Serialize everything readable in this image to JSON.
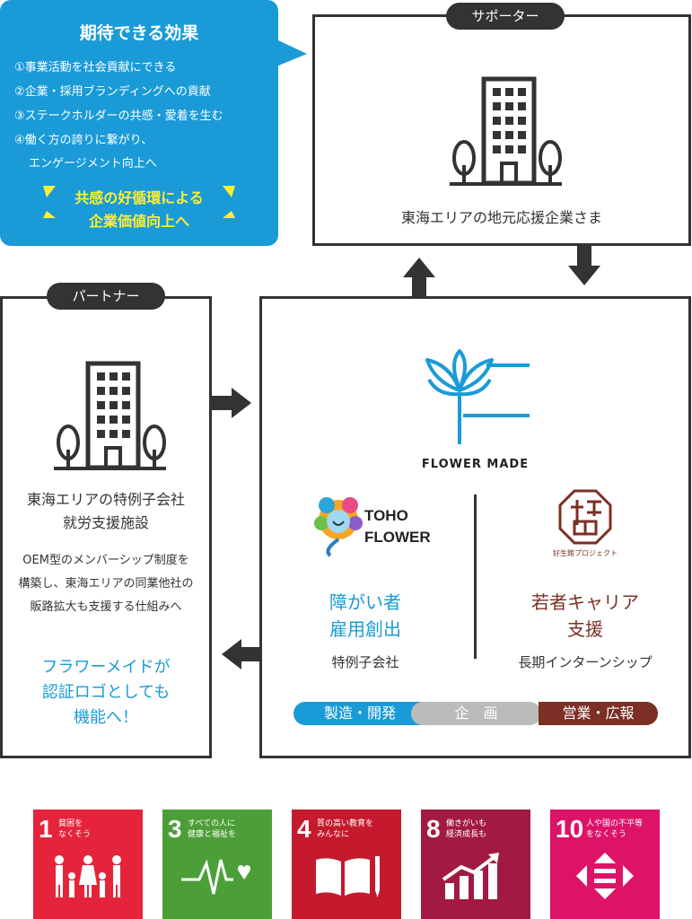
{
  "effects": {
    "title": "期待できる効果",
    "items": [
      "①事業活動を社会貢献にできる",
      "②企業・採用ブランディングへの貢献",
      "③ステークホルダーの共感・愛着を生む",
      "④働く方の誇りに繋がり、",
      "エンゲージメント向上へ"
    ],
    "highlight_line1": "共感の好循環による",
    "highlight_line2": "企業価値向上へ",
    "color": "#1a9bd7",
    "highlight_color": "#ffee33"
  },
  "supporter": {
    "badge": "サポーター",
    "label": "東海エリアの地元応援企業さま",
    "icon": "office-building-icon"
  },
  "partner": {
    "badge": "パートナー",
    "label_line1": "東海エリアの特例子会社",
    "label_line2": "就労支援施設",
    "desc_line1": "OEM型のメンバーシップ制度を",
    "desc_line2": "構築し、東海エリアの同業他社の",
    "desc_line3": "販路拡大も支援する仕組みへ",
    "highlight_line1": "フラワーメイドが",
    "highlight_line2": "認証ロゴとしても",
    "highlight_line3": "機能へ！",
    "icon": "office-building-icon"
  },
  "center": {
    "brand": "FLOWER MADE",
    "toho_line1": "TOHO",
    "toho_line2": "FLOWER",
    "kosei_caption": "好生館プロジェクト",
    "left_title_line1": "障がい者",
    "left_title_line2": "雇用創出",
    "left_sub": "特例子会社",
    "right_title_line1": "若者キャリア",
    "right_title_line2": "支援",
    "right_sub": "長期インターンシップ",
    "segments": [
      {
        "label": "製造・開発",
        "color": "#1a9bd7"
      },
      {
        "label": "企　画",
        "color": "#bbbbbb"
      },
      {
        "label": "営業・広報",
        "color": "#7b2f25"
      }
    ]
  },
  "sdgs": [
    {
      "number": "1",
      "label_line1": "貧困を",
      "label_line2": "なくそう",
      "color": "#e5243b",
      "icon": "family-icon"
    },
    {
      "number": "3",
      "label_line1": "すべての人に",
      "label_line2": "健康と福祉を",
      "color": "#4c9f38",
      "icon": "heartbeat-icon"
    },
    {
      "number": "4",
      "label_line1": "質の高い教育を",
      "label_line2": "みんなに",
      "color": "#c5192d",
      "icon": "book-pencil-icon"
    },
    {
      "number": "8",
      "label_line1": "働きがいも",
      "label_line2": "経済成長も",
      "color": "#a21942",
      "icon": "growth-chart-icon"
    },
    {
      "number": "10",
      "label_line1": "人や国の不平等",
      "label_line2": "をなくそう",
      "color": "#dd1367",
      "icon": "equality-arrows-icon"
    }
  ]
}
